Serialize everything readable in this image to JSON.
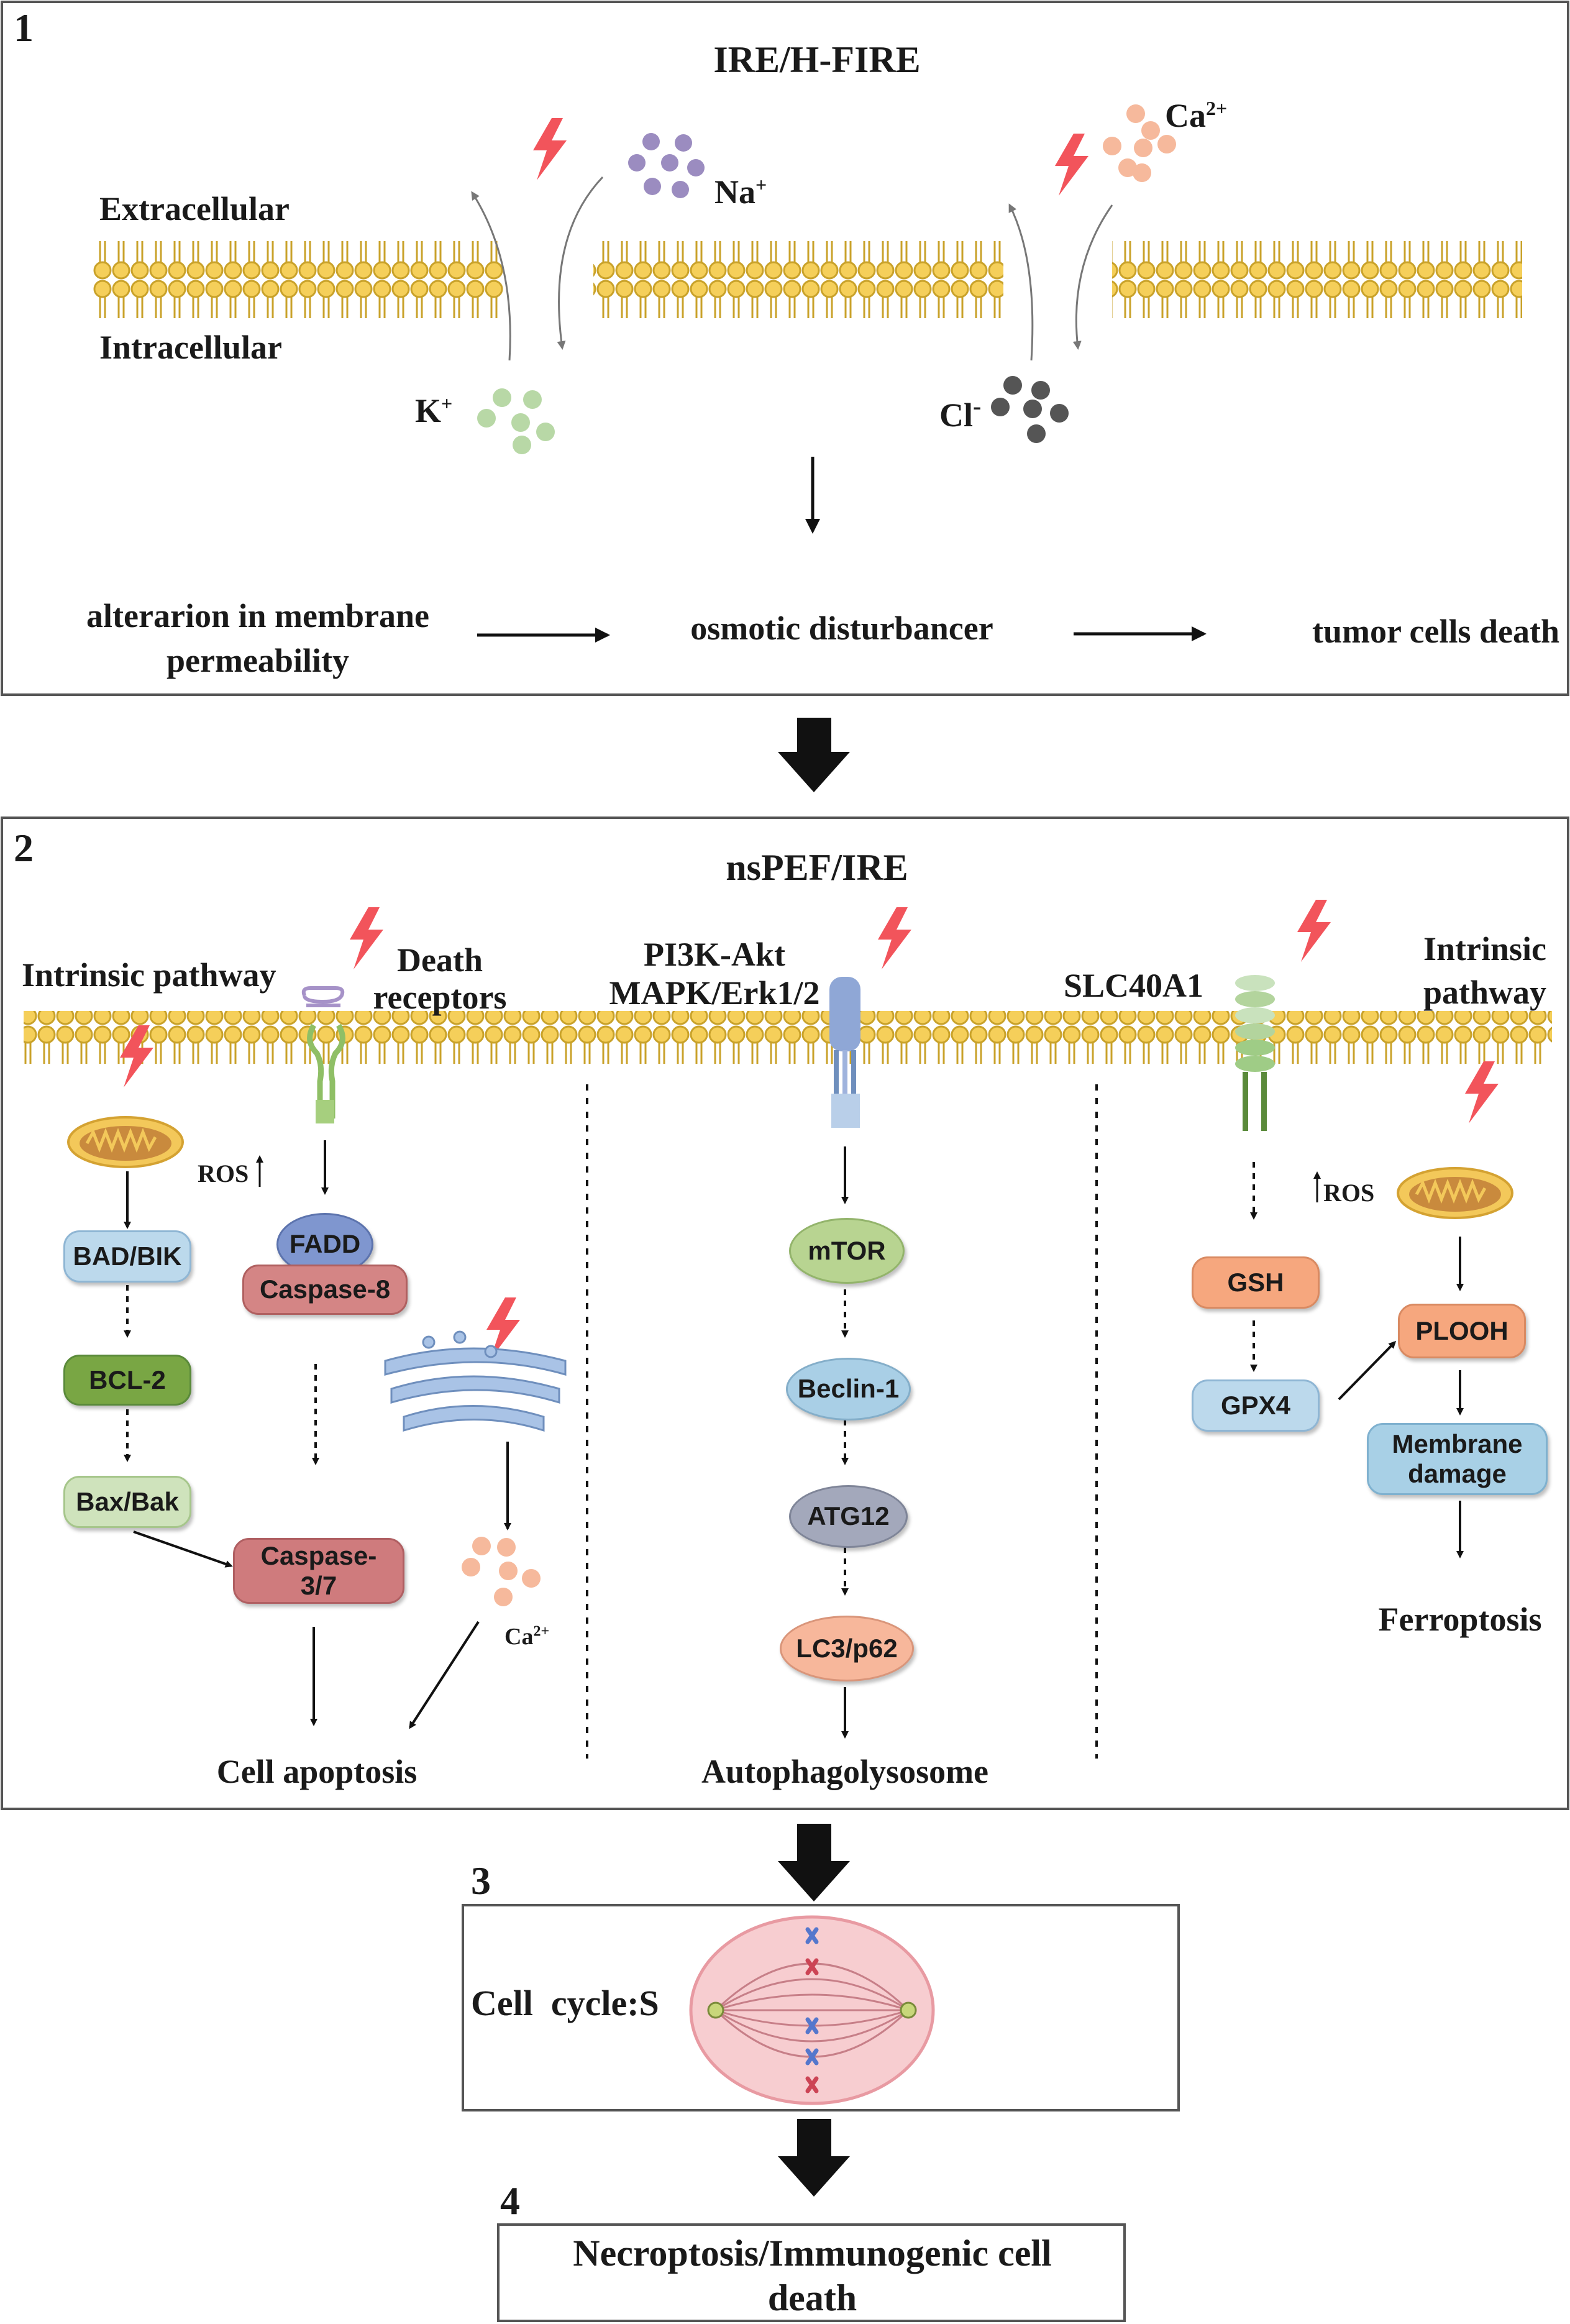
{
  "colors": {
    "lipid_head": "#f5cf5a",
    "lipid_stroke": "#c9a22a",
    "lightning": "#f2545b",
    "na": "#9b8cc0",
    "k": "#b8d8a6",
    "ca": "#f6b99c",
    "cl": "#555555"
  },
  "panel1": {
    "number": "1",
    "title": "IRE/H-FIRE",
    "extracellular": "Extracellular",
    "intracellular": "Intracellular",
    "na": "Na",
    "na_sup": "+",
    "k": "K",
    "k_sup": "+",
    "ca": "Ca",
    "ca_sup": "2+",
    "cl": "Cl",
    "cl_sup": "-",
    "step1_line1": "alterarion in membrane",
    "step1_line2": "permeability",
    "step2": "osmotic disturbancer",
    "step3": "tumor cells death"
  },
  "panel2": {
    "number": "2",
    "title": "nsPEF/IRE",
    "intrinsic_left": "Intrinsic pathway",
    "death_receptors_1": "Death",
    "death_receptors_2": "receptors",
    "pi3k": "PI3K-Akt",
    "mapk": "MAPK/Erk1/2",
    "slc": "SLC40A1",
    "intrinsic_right_1": "Intrinsic",
    "intrinsic_right_2": "pathway",
    "ros_left": "ROS",
    "ros_right": "ROS",
    "bad_bik": "BAD/BIK",
    "bcl2": "BCL-2",
    "bax_bak": "Bax/Bak",
    "fadd": "FADD",
    "caspase8": "Caspase-8",
    "caspase37_1": "Caspase-",
    "caspase37_2": "3/7",
    "ca_label": "Ca",
    "ca_sup": "2+",
    "cell_apoptosis": "Cell apoptosis",
    "mtor": "mTOR",
    "beclin": "Beclin-1",
    "atg12": "ATG12",
    "lc3": "LC3/p62",
    "autophagolysosome": "Autophagolysosome",
    "gsh": "GSH",
    "gpx4": "GPX4",
    "plooh": "PLOOH",
    "membrane_damage_1": "Membrane",
    "membrane_damage_2": "damage",
    "ferroptosis": "Ferroptosis"
  },
  "panel3": {
    "number": "3",
    "cell_cycle": "Cell  cycle:S"
  },
  "panel4": {
    "number": "4",
    "line1": "Necroptosis/Immunogenic cell",
    "line2": "death"
  }
}
